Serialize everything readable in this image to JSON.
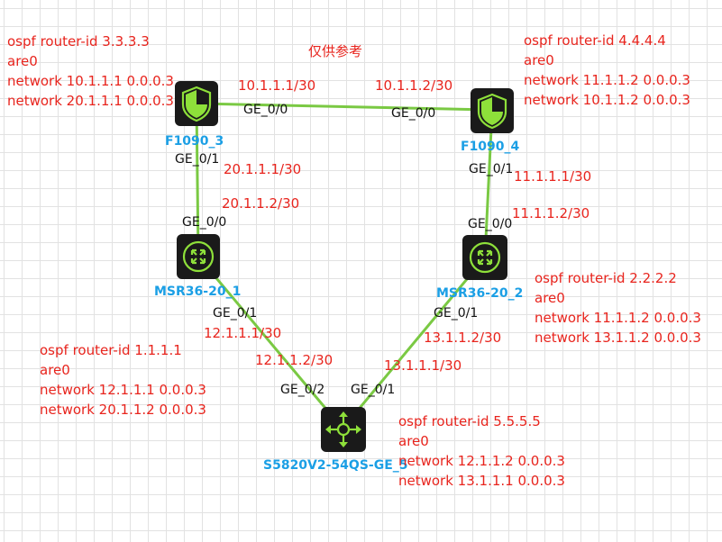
{
  "note": "仅供参考",
  "devices": {
    "f1090_3": {
      "name": "F1090_3",
      "icon": "firewall-icon"
    },
    "f1090_4": {
      "name": "F1090_4",
      "icon": "firewall-icon"
    },
    "msr_1": {
      "name": "MSR36-20_1",
      "icon": "router-icon"
    },
    "msr_2": {
      "name": "MSR36-20_2",
      "icon": "router-icon"
    },
    "switch": {
      "name": "S5820V2-54QS-GE_5",
      "icon": "layer3-switch-icon"
    }
  },
  "links": {
    "f3_f4": {
      "port_a": "GE_0/0",
      "ip_a": "10.1.1.1/30",
      "port_b": "GE_0/0",
      "ip_b": "10.1.1.2/30"
    },
    "f3_msr1": {
      "port_a": "GE_0/1",
      "ip_a": "20.1.1.1/30",
      "port_b": "GE_0/0",
      "ip_b": "20.1.1.2/30"
    },
    "f4_msr2": {
      "port_a": "GE_0/1",
      "ip_a": "11.1.1.1/30",
      "port_b": "GE_0/0",
      "ip_b": "11.1.1.2/30"
    },
    "msr1_sw": {
      "port_a": "GE_0/1",
      "ip_a": "12.1.1.1/30",
      "port_b": "GE_0/2",
      "ip_b": "12.1.1.2/30"
    },
    "msr2_sw": {
      "port_a": "GE_0/1",
      "ip_a": "13.1.1.2/30",
      "port_b": "GE_0/1",
      "ip_b": "13.1.1.1/30"
    }
  },
  "configs": {
    "f1090_3": [
      "ospf router-id  3.3.3.3",
      "are0",
      "network 10.1.1.1 0.0.0.3",
      "network 20.1.1.1 0.0.0.3"
    ],
    "f1090_4": [
      "ospf router-id  4.4.4.4",
      "are0",
      "network 11.1.1.2 0.0.0.3",
      "network 10.1.1.2 0.0.0.3"
    ],
    "msr_2": [
      "ospf router-id  2.2.2.2",
      "are0",
      "network 11.1.1.2 0.0.0.3",
      "network 13.1.1.2 0.0.0.3"
    ],
    "msr_1": [
      "ospf router-id  1.1.1.1",
      "are0",
      "network 12.1.1.1 0.0.0.3",
      "network 20.1.1.2 0.0.0.3"
    ],
    "switch": [
      "ospf router-id  5.5.5.5",
      "are0",
      "network 12.1.1.2 0.0.0.3",
      "network 13.1.1.1 0.0.0.3"
    ]
  },
  "colors": {
    "link": "#7ac943",
    "device_name": "#1b9fe5",
    "config_text": "#e8241d",
    "icon_background": "#1a1a1a",
    "icon_glyph": "#8ee03a"
  }
}
